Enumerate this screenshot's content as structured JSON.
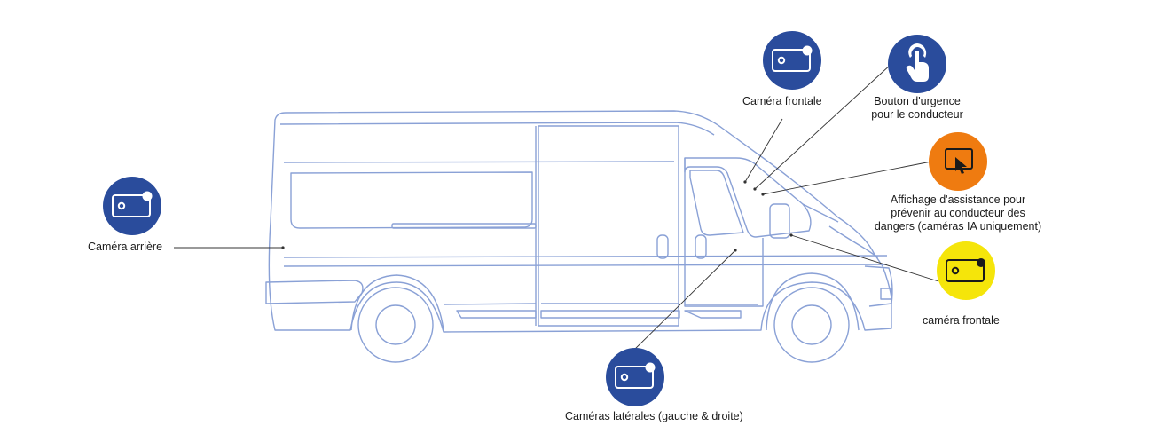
{
  "colors": {
    "blue": "#2a4c9c",
    "orange": "#ef7b10",
    "yellow": "#f5e50a",
    "outline": "#8aa1d6",
    "leader": "#333333"
  },
  "labels": {
    "rear_camera": "Caméra arrière",
    "front_camera_top": "Caméra frontale",
    "panic_button_line1": "Bouton d'urgence",
    "panic_button_line2": "pour le conducteur",
    "assist_line1": "Affichage d'assistance pour",
    "assist_line2": "prévenir au conducteur des",
    "assist_line3": "dangers  (caméras IA uniquement)",
    "front_camera_yellow": "caméra frontale",
    "side_cameras": "Caméras latérales (gauche & droite)"
  },
  "icons": {
    "rear": "camera-icon",
    "front_top": "camera-icon",
    "panic": "touch-hand-icon",
    "assist": "tablet-touch-icon",
    "front_yellow": "camera-icon",
    "side": "camera-icon"
  }
}
